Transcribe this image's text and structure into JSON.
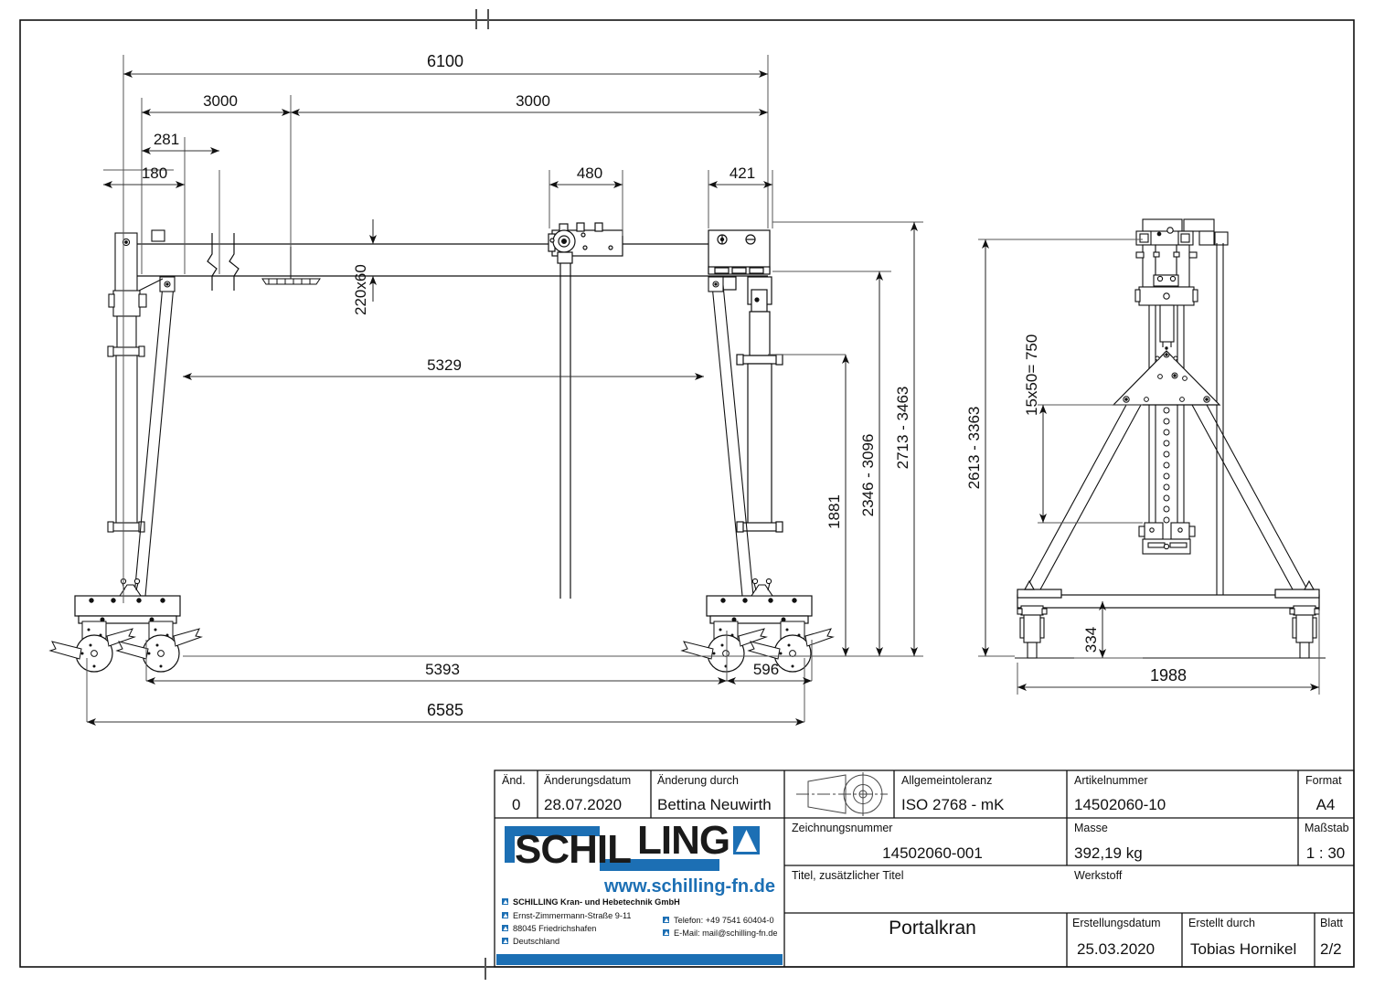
{
  "document": {
    "kind": "technical-drawing",
    "title": "Portalkran",
    "format": "A4",
    "scale": "1 : 30",
    "sheet": "2/2"
  },
  "dimensions": {
    "front_view": {
      "overall_span": "6100",
      "half_span_left": "3000",
      "half_span_right": "3000",
      "leg_offset_outer": "281",
      "leg_offset_inner": "180",
      "trolley_width": "480",
      "end_carriage": "421",
      "beam_profile": "220x60",
      "hook_span": "5329",
      "hoist_lift": "1881",
      "hook_height_range": "2346 - 3096",
      "beam_height_range": "2713 - 3463",
      "wheel_span": "5393",
      "wheel_overhang": "596",
      "overall_length": "6585"
    },
    "side_view": {
      "overall_height_range": "2613 - 3363",
      "hole_pattern": "15x50= 750",
      "wheel_height": "334",
      "track_gauge": "1988"
    }
  },
  "title_block": {
    "revision": {
      "header": "Änd.",
      "value": "0"
    },
    "change_date": {
      "header": "Änderungsdatum",
      "value": "28.07.2020"
    },
    "changed_by": {
      "header": "Änderung durch",
      "value": "Bettina Neuwirth"
    },
    "projection_symbol": {
      "header": "",
      "value": "first-angle-projection-symbol"
    },
    "general_tolerance": {
      "header": "Allgemeintoleranz",
      "value": "ISO 2768 - mK"
    },
    "article_number": {
      "header": "Artikelnummer",
      "value": "14502060-10"
    },
    "format": {
      "header": "Format",
      "value": "A4"
    },
    "drawing_number": {
      "header": "Zeichnungsnummer",
      "value": "14502060-001"
    },
    "mass": {
      "header": "Masse",
      "value": "392,19 kg"
    },
    "scale": {
      "header": "Maßstab",
      "value": "1 : 30"
    },
    "title": {
      "header": "Titel, zusätzlicher Titel",
      "value": "Portalkran"
    },
    "material": {
      "header": "Werkstoff",
      "value": ""
    },
    "creation_date": {
      "header": "Erstellungsdatum",
      "value": "25.03.2020"
    },
    "created_by": {
      "header": "Erstellt durch",
      "value": "Tobias Hornikel"
    },
    "sheet": {
      "header": "Blatt",
      "value": "2/2"
    }
  },
  "company": {
    "logo_text_dark": "SCHIL",
    "logo_text_light": "LING",
    "website": "www.schilling-fn.de",
    "name": "SCHILLING Kran- und Hebetechnik GmbH",
    "street": "Ernst-Zimmermann-Straße 9-11",
    "city": "88045 Friedrichshafen",
    "country": "Deutschland",
    "phone": "Telefon: +49 7541 60404-0",
    "email": "E-Mail: mail@schilling-fn.de",
    "accent_color": "#1c6fb4"
  }
}
